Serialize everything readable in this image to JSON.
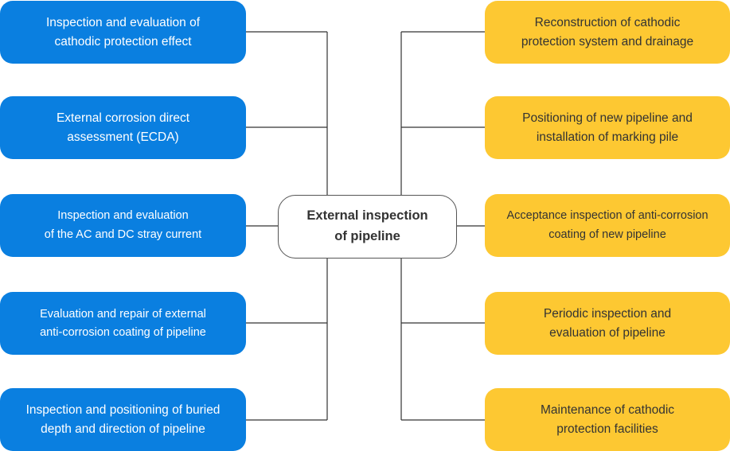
{
  "colors": {
    "left_box": "#0a7fe0",
    "right_box": "#fdc832",
    "line": "#333333"
  },
  "center": {
    "text": "External inspection\nof pipeline"
  },
  "left_items": [
    {
      "text": "Inspection and evaluation of\ncathodic protection effect"
    },
    {
      "text": "External corrosion direct\nassessment (ECDA)"
    },
    {
      "text": "Inspection and evaluation\nof the AC and DC stray current"
    },
    {
      "text": "Evaluation and repair of external\nanti-corrosion coating of pipeline"
    },
    {
      "text": "Inspection and positioning of buried\ndepth and direction of pipeline"
    }
  ],
  "right_items": [
    {
      "text": "Reconstruction of cathodic\nprotection system and drainage"
    },
    {
      "text": "Positioning of new pipeline and\ninstallation of marking pile"
    },
    {
      "text": "Acceptance inspection of anti-corrosion\ncoating of new pipeline"
    },
    {
      "text": "Periodic inspection and\nevaluation of pipeline"
    },
    {
      "text": "Maintenance of cathodic\nprotection facilities"
    }
  ]
}
